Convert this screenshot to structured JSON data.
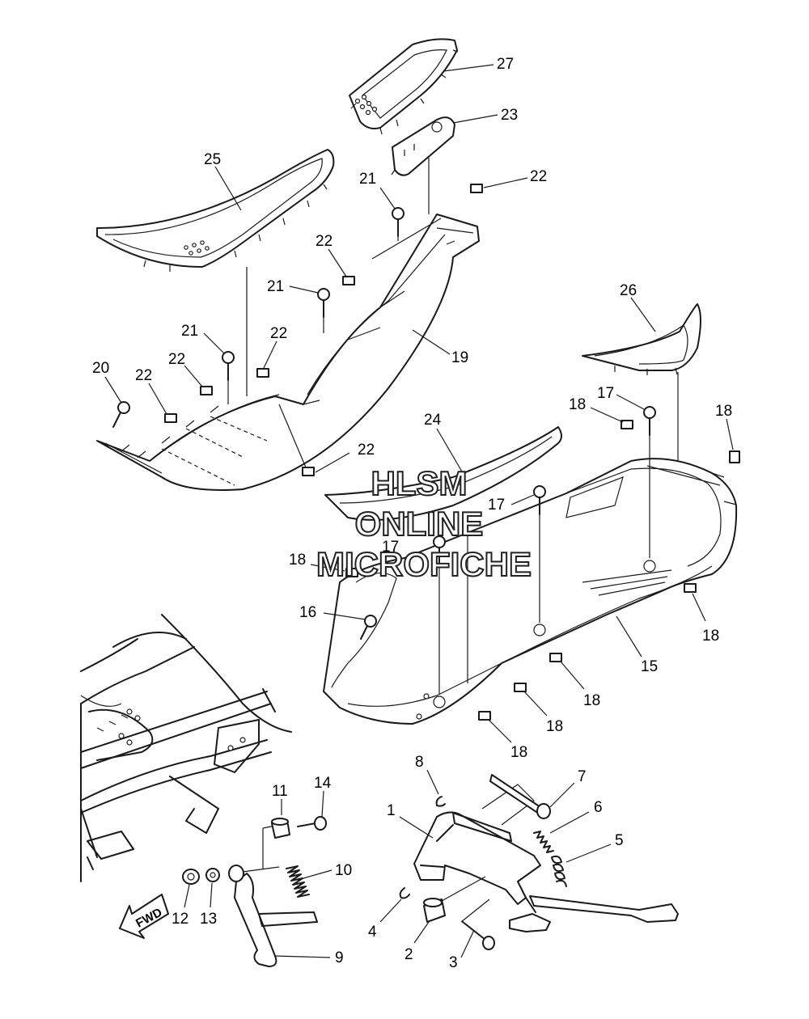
{
  "callouts": [
    {
      "id": "c1",
      "label": "1"
    },
    {
      "id": "c2",
      "label": "2"
    },
    {
      "id": "c3",
      "label": "3"
    },
    {
      "id": "c4",
      "label": "4"
    },
    {
      "id": "c5",
      "label": "5"
    },
    {
      "id": "c6",
      "label": "6"
    },
    {
      "id": "c7",
      "label": "7"
    },
    {
      "id": "c8",
      "label": "8"
    },
    {
      "id": "c9",
      "label": "9"
    },
    {
      "id": "c10",
      "label": "10"
    },
    {
      "id": "c11",
      "label": "11"
    },
    {
      "id": "c12",
      "label": "12"
    },
    {
      "id": "c13",
      "label": "13"
    },
    {
      "id": "c14",
      "label": "14"
    },
    {
      "id": "c15",
      "label": "15"
    },
    {
      "id": "c16",
      "label": "16"
    },
    {
      "id": "c17a",
      "label": "17"
    },
    {
      "id": "c17b",
      "label": "17"
    },
    {
      "id": "c17c",
      "label": "17"
    },
    {
      "id": "c18a",
      "label": "18"
    },
    {
      "id": "c18b",
      "label": "18"
    },
    {
      "id": "c18c",
      "label": "18"
    },
    {
      "id": "c18d",
      "label": "18"
    },
    {
      "id": "c18e",
      "label": "18"
    },
    {
      "id": "c18f",
      "label": "18"
    },
    {
      "id": "c18g",
      "label": "18"
    },
    {
      "id": "c19",
      "label": "19"
    },
    {
      "id": "c20",
      "label": "20"
    },
    {
      "id": "c21a",
      "label": "21"
    },
    {
      "id": "c21b",
      "label": "21"
    },
    {
      "id": "c21c",
      "label": "21"
    },
    {
      "id": "c22a",
      "label": "22"
    },
    {
      "id": "c22b",
      "label": "22"
    },
    {
      "id": "c22c",
      "label": "22"
    },
    {
      "id": "c22d",
      "label": "22"
    },
    {
      "id": "c22e",
      "label": "22"
    },
    {
      "id": "c22f",
      "label": "22"
    },
    {
      "id": "c23",
      "label": "23"
    },
    {
      "id": "c24",
      "label": "24"
    },
    {
      "id": "c25",
      "label": "25"
    },
    {
      "id": "c26",
      "label": "26"
    },
    {
      "id": "c27",
      "label": "27"
    }
  ],
  "watermark": {
    "line1": "HLSM",
    "line2": "ONLINE",
    "line3": "MICROFICHE"
  },
  "direction_arrow": {
    "label": "FWD"
  },
  "colors": {
    "line": "#1a1a1a",
    "background": "#ffffff"
  }
}
